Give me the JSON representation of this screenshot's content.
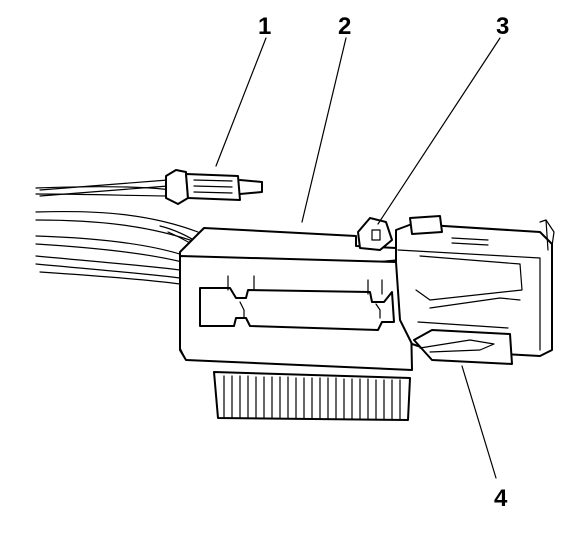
{
  "callouts": {
    "c1": "1",
    "c2": "2",
    "c3": "3",
    "c4": "4"
  },
  "colors": {
    "line": "#000000",
    "background": "#ffffff"
  }
}
